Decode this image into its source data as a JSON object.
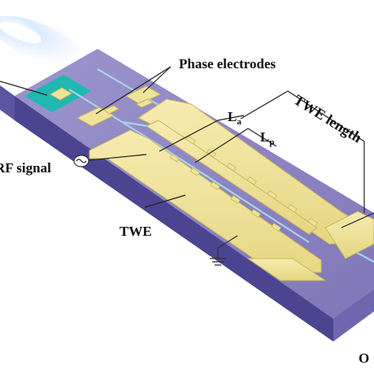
{
  "labels": {
    "phase_electrodes": "Phase electrodes",
    "la_main": "L",
    "la_sub": "a",
    "lp_main": "L",
    "lp_sub": "p",
    "twe_length": "TWE length",
    "rf_signal": "RF signal",
    "twe": "TWE",
    "corner_partial": "O"
  },
  "colors": {
    "chip_top": "#8e86c2",
    "chip_side": "#5d56a0",
    "electrode_gold": "#efe39a",
    "electrode_edge": "#c9b75c",
    "waveguide": "#a7d3e6",
    "pad_teal": "#1fb8b0",
    "light_beam": "#cfe6ff"
  },
  "icons": [
    "rf-source-icon",
    "ground-icon",
    "light-beam-icon"
  ]
}
